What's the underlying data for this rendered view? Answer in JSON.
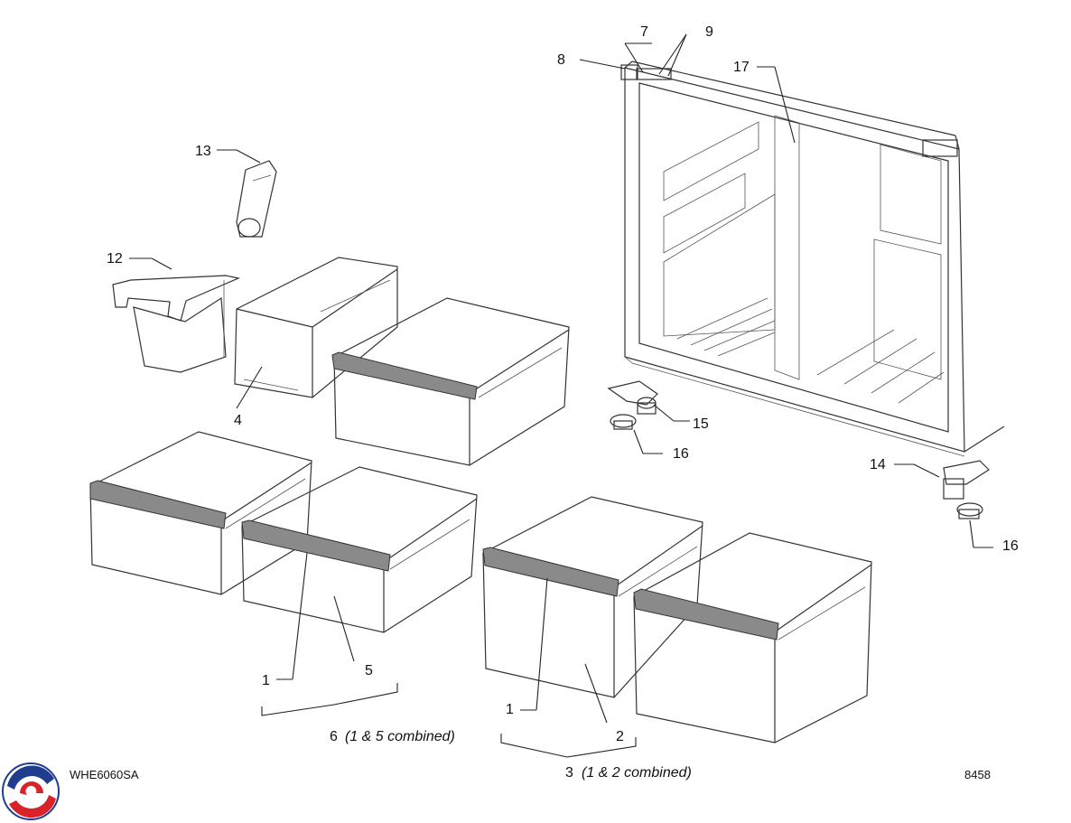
{
  "model": "WHE6060SA",
  "diagram_number": "8458",
  "callouts": {
    "c1a": "1",
    "c1b": "1",
    "c2": "2",
    "c3": "3",
    "c3_note": "(1 & 2 combined)",
    "c4": "4",
    "c5": "5",
    "c6": "6",
    "c6_note": "(1 & 5 combined)",
    "c7": "7",
    "c8": "8",
    "c9": "9",
    "c12": "12",
    "c13": "13",
    "c14": "14",
    "c15": "15",
    "c16a": "16",
    "c16b": "16",
    "c17": "17"
  },
  "colors": {
    "logo_red": "#d8232a",
    "logo_blue": "#1f3c8f",
    "handle_gray": "#8a8a8a"
  }
}
